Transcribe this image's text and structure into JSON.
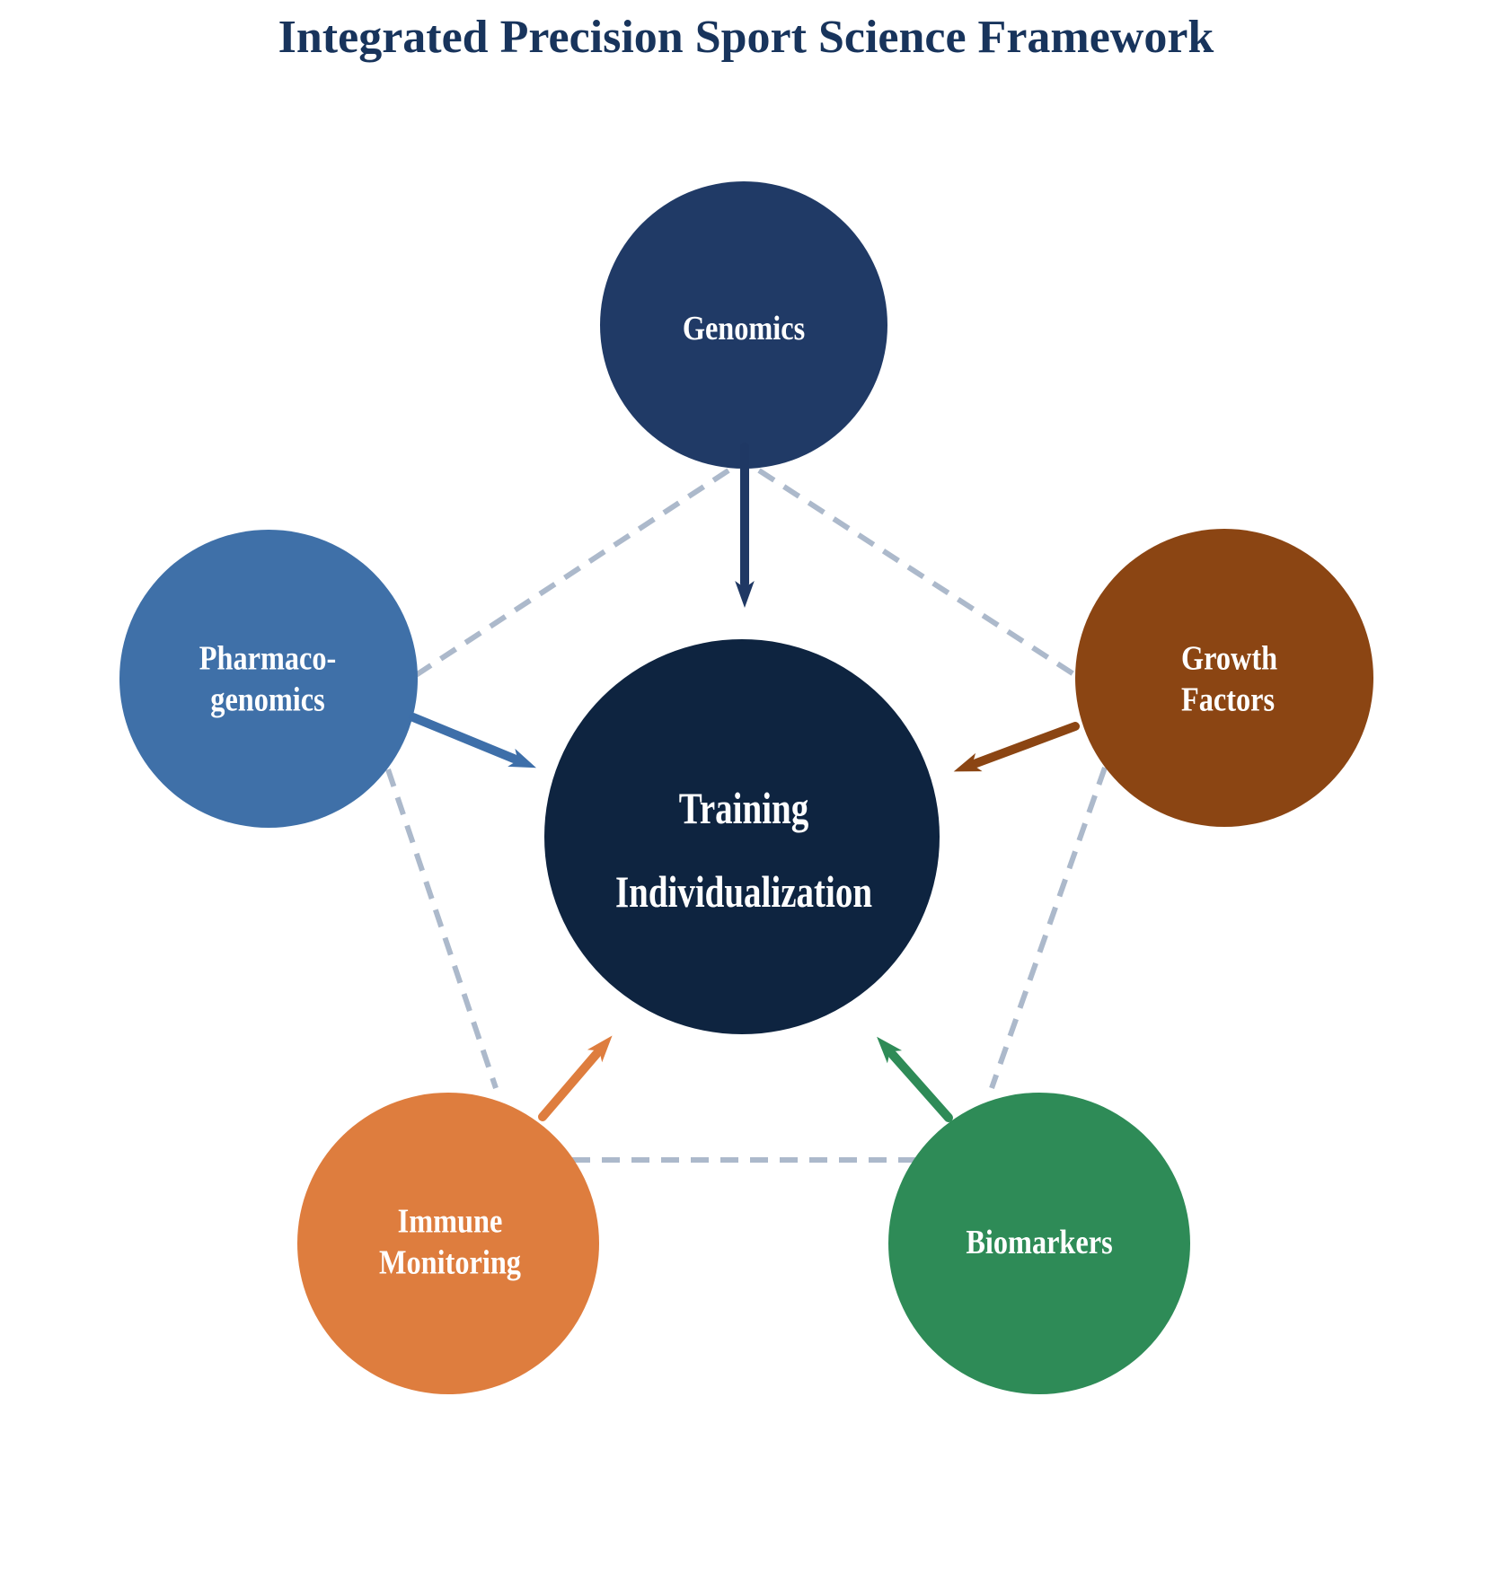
{
  "title": {
    "text": "Integrated Precision Sport Science Framework",
    "color": "#18345C"
  },
  "center_node": {
    "lines": [
      "Training",
      "Individualization"
    ],
    "color": "#0E2440",
    "text_color": "#FFFFFF"
  },
  "nodes": {
    "genomics": {
      "label": "Genomics",
      "color": "#203A66",
      "text_color": "#FFFFFF"
    },
    "pharmacogenomics": {
      "label": "Pharmaco-\ngenomics",
      "color": "#3F70A8",
      "text_color": "#FFFFFF"
    },
    "growth_factors": {
      "label": "Growth\nFactors",
      "color": "#8B4513",
      "text_color": "#FFFFFF"
    },
    "immune_monitoring": {
      "label": "Immune\nMonitoring",
      "color": "#DE7D3E",
      "text_color": "#FFFFFF"
    },
    "biomarkers": {
      "label": "Biomarkers",
      "color": "#2E8B57",
      "text_color": "#FFFFFF"
    }
  },
  "arrows": {
    "genomics_to_center": {
      "color": "#1F3864"
    },
    "pharmacogenomics_to_center": {
      "color": "#3E6FA9"
    },
    "growth_factors_to_center": {
      "color": "#8B4513"
    },
    "immune_monitoring_to_center": {
      "color": "#DE7D3E"
    },
    "biomarkers_to_center": {
      "color": "#2E8B57"
    }
  },
  "connectors": {
    "style": "dashed",
    "color": "#ACB9CB"
  }
}
